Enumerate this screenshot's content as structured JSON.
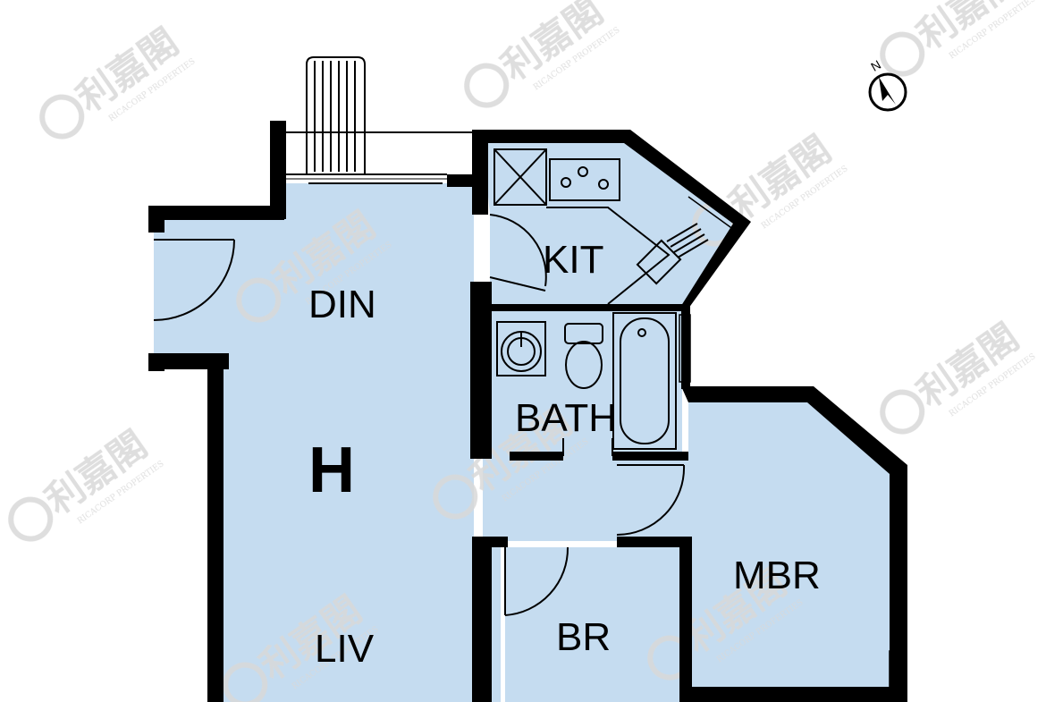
{
  "plan": {
    "unit_label": "H",
    "rooms": {
      "dining": "DIN",
      "kitchen": "KIT",
      "bathroom": "BATH",
      "living": "LIV",
      "bedroom": "BR",
      "master_bedroom": "MBR"
    },
    "compass_letter": "N"
  },
  "watermark": {
    "chinese": "利嘉閣",
    "english": "RICACORP PROPERTIES"
  },
  "colors": {
    "floor": "#c5dcf0",
    "wall": "#000000",
    "background": "#ffffff",
    "watermark": "#d6d6d6"
  }
}
